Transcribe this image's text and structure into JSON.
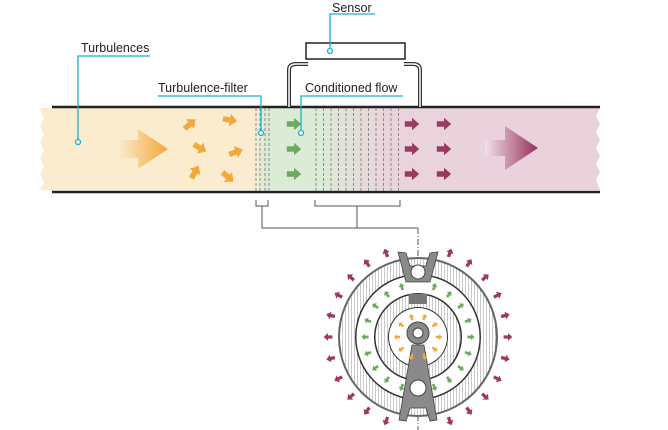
{
  "labels": {
    "sensor": "Sensor",
    "turbulences": "Turbulences",
    "turbulence_filter": "Turbulence-filter",
    "conditioned_flow": "Conditioned flow"
  },
  "colors": {
    "leader": "#1ab0d0",
    "inlet_zone": "#fbecd0",
    "conditioned_zone": "#dcebd6",
    "outlet_zone": "#ebd3dc",
    "orange_arrow": "#f2a83a",
    "green_arrow": "#6fa860",
    "magenta_arrow": "#9a3a62",
    "gray_part": "#8a8a8a"
  }
}
